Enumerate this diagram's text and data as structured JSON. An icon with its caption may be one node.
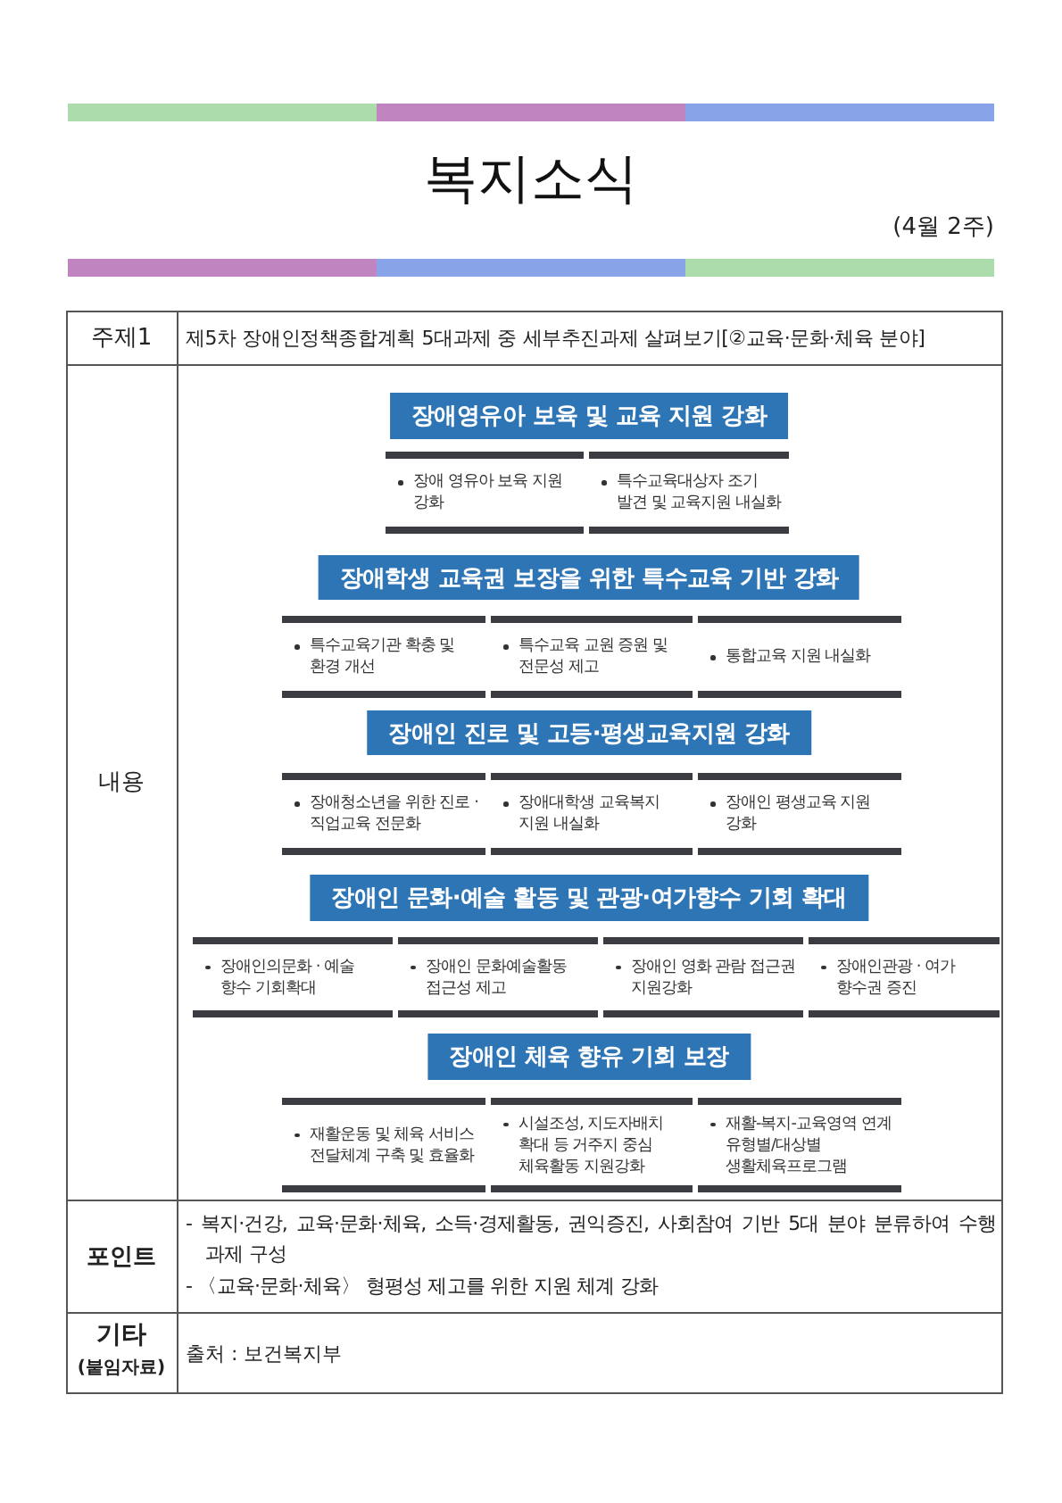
{
  "diagram": {
    "title": "복지소식",
    "nodes": [
      {
        "text": [
          "장애영유아 보육 및 교육 지원 강화"
        ]
      },
      {
        "text": [
          "장애 영유아 보육 지원 강화"
        ]
      },
      {
        "text": [
          "특수교육대상자 조기 발견 및 교육지원 내실화"
        ]
      },
      {
        "text": [
          "장애학생 교육권 보장을 위한 특수교육 기반 강화"
        ]
      },
      {
        "text": [
          "특수교육기관 확충 및 환경 개선"
        ]
      },
      {
        "text": [
          "특수교육 교원 증원 및 전문성 제고"
        ]
      },
      {
        "text": [
          "통합교육 지원 내실화"
        ]
      },
      {
        "text": [
          "장애인 진로 및 고등·평생교육지원 강화"
        ]
      },
      {
        "text": [
          "장애청소년을 위한 진로 · 직업교육 전문화"
        ]
      },
      {
        "text": [
          "장애대학생 교육복지 지원 내실화"
        ]
      },
      {
        "text": [
          "장애인 평생교육 지원 강화"
        ]
      },
      {
        "text": [
          "장애인 문화·예술 활동 및 관광·여가향수 기회 확대"
        ]
      },
      {
        "text": [
          "장애인의문화 · 예술 향수 기회확대"
        ]
      },
      {
        "text": [
          "장애인 문화예술활동 접근성 제고"
        ]
      },
      {
        "text": [
          "장애인 영화 관람 접근권 지원강화"
        ]
      },
      {
        "text": [
          "장애인관광 · 여가 향수권 증진"
        ]
      },
      {
        "text": [
          "장애인 체육 향유 기회 보장"
        ]
      },
      {
        "text": [
          "재활운동 및 체육 서비스 전달체계 구축 및 효율화"
        ]
      },
      {
        "text": [
          "시설조성, 지도자배치 확대 등 거주지 중심 체육활동 지원강화"
        ]
      },
      {
        "text": [
          "재활-복지-교육영역 연계 유형별/대상별 생활체육프로그램"
        ]
      }
    ],
    "labels": [
      "(4월 2주)",
      "주제1",
      "제5차 장애인정책종합계획 5대과제 중 세부추진과제 살펴보기[②교육·문화·체육 분야]",
      "내용",
      "포인트",
      "- 복지·건강, 교육·문화·체육, 소득·경제활동, 권익증진, 사회참여 기반 5대 분야 분류하여 수행 과제 구성",
      "- 〈교육·문화·체육〉 형평성 제고를 위한 지원 체계 강화",
      "기타",
      "(붙임자료)",
      "출처 : 보건복지부"
    ]
  }
}
